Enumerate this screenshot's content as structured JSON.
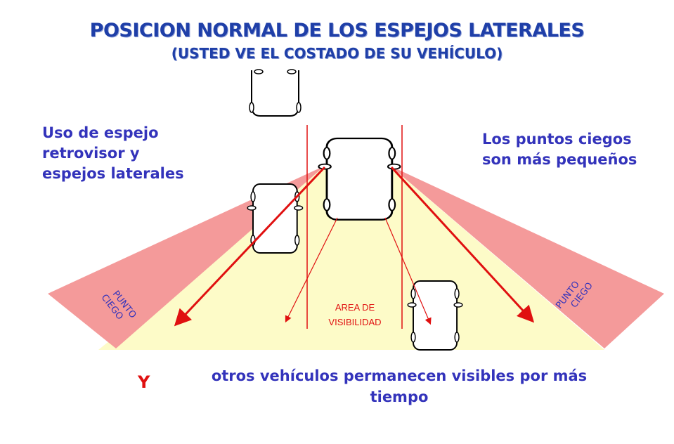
{
  "title": "POSICION NORMAL DE LOS ESPEJOS LATERALES",
  "subtitle": "(USTED VE EL COSTADO DE SU VEHÍCULO)",
  "left_note": "Uso de espejo retrovisor y espejos laterales",
  "right_note": "Los puntos ciegos son más pequeños",
  "blind_spot_left": [
    "PUNTO",
    "CIEGO"
  ],
  "blind_spot_right": [
    "PUNTO",
    "CIEGO"
  ],
  "visibility_area": [
    "AREA DE",
    "VISIBILIDAD"
  ],
  "y_mark": "Y",
  "bottom_note": "otros vehículos permanecen visibles por más tiempo",
  "colors": {
    "title": "#1f3fa8",
    "text": "#3333bb",
    "blind_spot": "#f49a9a",
    "visible_area": "#fdfbc8",
    "lines": "#e01010"
  }
}
